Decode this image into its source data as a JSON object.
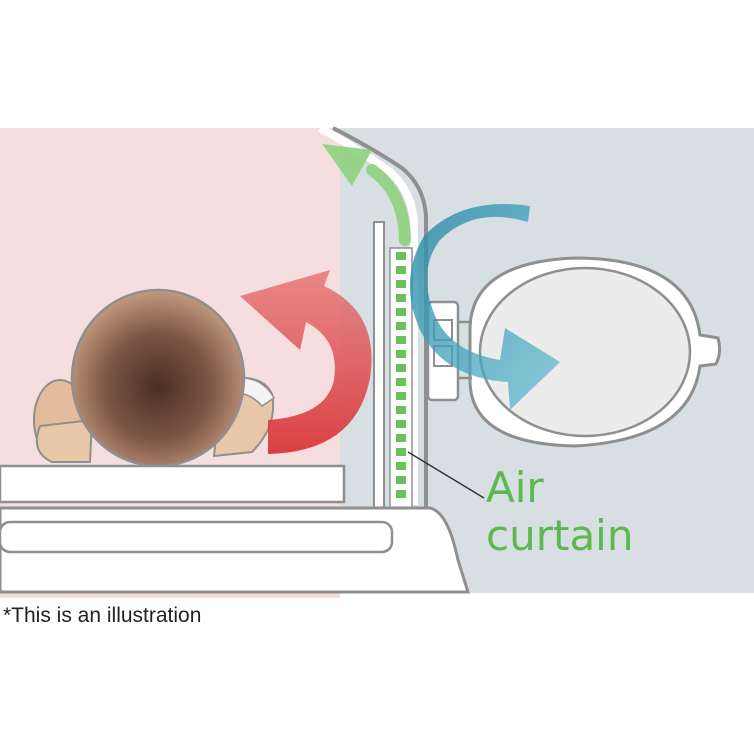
{
  "labels": {
    "air_curtain_line1": "Air",
    "air_curtain_line2": "curtain",
    "note": "*This is an illustration"
  },
  "colors": {
    "inside_background": "#f6dede",
    "outside_background": "#d8dfe3",
    "warm_arrow": "#e36b6b",
    "cool_arrow": "#3fa0bd",
    "air_curtain": "#6cc05c",
    "structure_outline": "#8f8f8f"
  }
}
